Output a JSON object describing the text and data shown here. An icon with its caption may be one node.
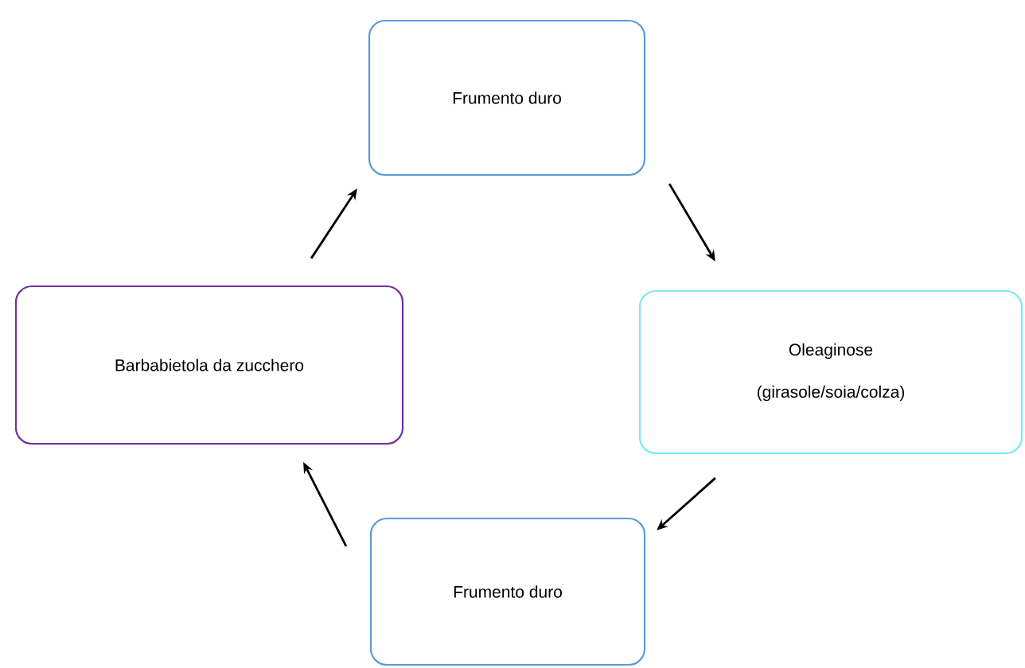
{
  "diagram": {
    "nodes": [
      {
        "text": [
          "Frumento duro"
        ]
      },
      {
        "text": [
          "Oleaginose",
          "(girasole/soia/colza)"
        ]
      },
      {
        "text": [
          "Frumento duro"
        ]
      },
      {
        "text": [
          "Barbabietola da zucchero"
        ]
      }
    ],
    "edges": [
      {
        "from": 0,
        "to": 1,
        "arrow": "to"
      },
      {
        "from": 1,
        "to": 2,
        "arrow": "to"
      },
      {
        "from": 2,
        "to": 3,
        "arrow": "to"
      },
      {
        "from": 3,
        "to": 0,
        "arrow": "to"
      }
    ]
  }
}
